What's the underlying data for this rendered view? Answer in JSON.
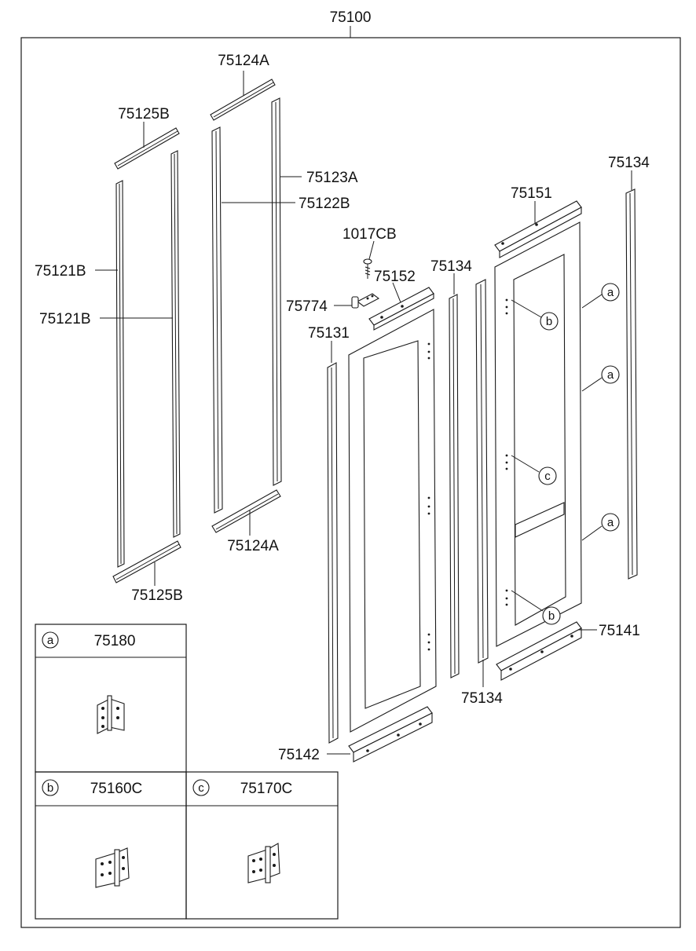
{
  "assembly": {
    "number": "75100"
  },
  "callouts": {
    "p75124A_top": "75124A",
    "p75125B_top": "75125B",
    "p75123A": "75123A",
    "p75122B": "75122B",
    "p75121B_a": "75121B",
    "p75121B_b": "75121B",
    "p75124A_bottom": "75124A",
    "p75125B_bottom": "75125B",
    "p1017CB": "1017CB",
    "p75152": "75152",
    "p75774": "75774",
    "p75131": "75131",
    "p75134_mid": "75134",
    "p75151": "75151",
    "p75134_right": "75134",
    "p75134_bottom": "75134",
    "p75141": "75141",
    "p75142": "75142"
  },
  "hinge_markers": {
    "a1": "a",
    "a2": "a",
    "a3": "a",
    "b1": "b",
    "b2": "b",
    "c1": "c"
  },
  "legend": {
    "a": {
      "letter": "a",
      "part": "75180"
    },
    "b": {
      "letter": "b",
      "part": "75160C"
    },
    "c": {
      "letter": "c",
      "part": "75170C"
    }
  }
}
